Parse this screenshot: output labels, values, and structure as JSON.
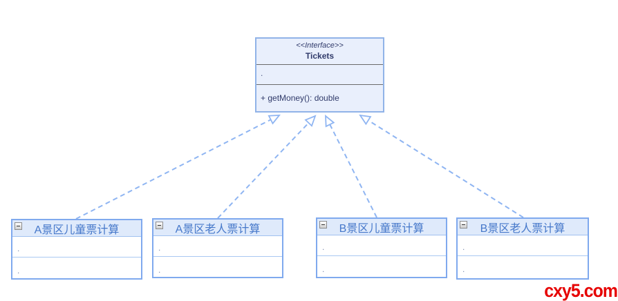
{
  "diagram": {
    "interface": {
      "stereotype": "<<Interface>>",
      "name": "Tickets",
      "fields_placeholder": ".",
      "operation": "+ getMoney(): double"
    },
    "classes": [
      {
        "name": "A景区儿童票计算",
        "fields_placeholder": ".",
        "operations_placeholder": "."
      },
      {
        "name": "A景区老人票计算",
        "fields_placeholder": ".",
        "operations_placeholder": "."
      },
      {
        "name": "B景区儿童票计算",
        "fields_placeholder": ".",
        "operations_placeholder": "."
      },
      {
        "name": "B景区老人票计算",
        "fields_placeholder": ".",
        "operations_placeholder": "."
      }
    ],
    "relationships": [
      {
        "from": "A景区儿童票计算",
        "to": "Tickets",
        "type": "realization"
      },
      {
        "from": "A景区老人票计算",
        "to": "Tickets",
        "type": "realization"
      },
      {
        "from": "B景区儿童票计算",
        "to": "Tickets",
        "type": "realization"
      },
      {
        "from": "B景区老人票计算",
        "to": "Tickets",
        "type": "realization"
      }
    ]
  },
  "watermark": "cxy5.com",
  "colors": {
    "connector_blue": "#8FB5F2",
    "class_border_blue": "#7FA9EE",
    "interface_border_blue": "#90B3E8",
    "interface_fill": "#E9EFFC",
    "class_header_fill": "#DFEAFB",
    "class_name_text": "#4678CA",
    "interface_text": "#303A6A",
    "divider_gray": "#6A6A6A",
    "watermark_red": "#E60000"
  },
  "icons": {
    "collapse": "minus-box-icon"
  }
}
